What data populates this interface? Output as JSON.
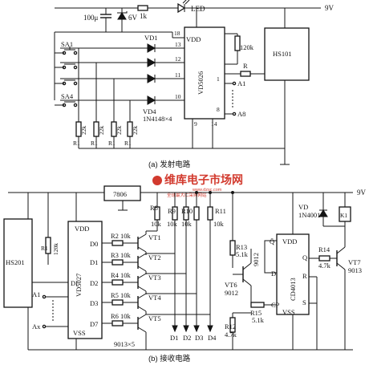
{
  "transmitter": {
    "supply": "9V",
    "cap": "100μ",
    "zener": "6V",
    "res_1k": "1k",
    "led": "LED",
    "vd1": "VD1",
    "vd4": "VD4",
    "diodes": "1N4148×4",
    "ic": "VD5026",
    "vdd": "VDD",
    "r_120k": "120k",
    "r": "R",
    "hs": "HS101",
    "sa1": "SA1",
    "sa4": "SA4",
    "a1": "A1",
    "a8": "A8",
    "r_pull": "22k",
    "r1": "R1",
    "pins": {
      "p18": "18",
      "p13": "13",
      "p12": "12",
      "p11": "11",
      "p10": "10",
      "p1": "1",
      "p8": "8",
      "p9": "9",
      "p14": "14"
    },
    "caption": "(a) 发射电路"
  },
  "receiver": {
    "supply": "9V",
    "reg": "7806",
    "hs": "HS201",
    "r1": "R1",
    "r1v": "120k",
    "ic": "VD5027",
    "vdd": "VDD",
    "vss": "VSS",
    "di": "DI",
    "a1": "A1",
    "ax": "Ax",
    "d0": "D0",
    "d1": "D1",
    "d2": "D2",
    "d3": "D3",
    "d7": "D7",
    "r2": "R2",
    "r3": "R3",
    "r4": "R4",
    "r5": "R5",
    "r6": "R6",
    "r10k": "10k",
    "vt1": "VT1",
    "vt2": "VT2",
    "vt3": "VT3",
    "vt4": "VT4",
    "vt5": "VT5",
    "tr_note": "9013×5",
    "r8": "R8",
    "r9": "R9",
    "r10": "R10",
    "r11": "R11",
    "out_d1": "D1",
    "out_d2": "D2",
    "out_d3": "D3",
    "out_d4": "D4",
    "r12": "R12",
    "r12v": "4.7k",
    "r13": "R13",
    "r13v": "5.1k",
    "r15": "R15",
    "r15v": "5.1k",
    "vt6": "VT6",
    "vt6v": "9012",
    "v9012": "9012",
    "cd": "CD4013",
    "qbar": "Q̄",
    "vdd2": "VDD",
    "d": "D",
    "cp": "CP",
    "q": "Q",
    "rr": "R",
    "ss": "S",
    "vss2": "VSS",
    "r14": "R14",
    "r14v": "4.7k",
    "vd": "VD",
    "vd_type": "1N4001",
    "k1": "K1",
    "vt7": "VT7",
    "vt7v": "9013",
    "caption": "(b) 接收电路"
  },
  "watermark": {
    "title": "维库电子市场网",
    "url": "www.dzsc.com",
    "tagline": "全球最大IC采购网站"
  }
}
